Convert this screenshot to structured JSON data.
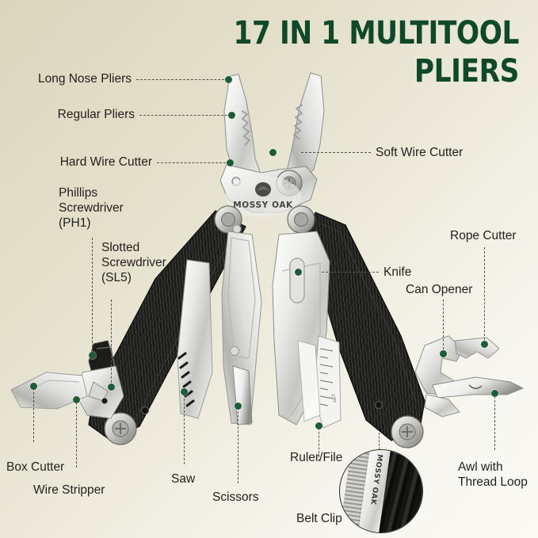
{
  "title": {
    "line1": "17 IN 1 MULTITOOL",
    "line2": "PLIERS",
    "color": "#10482a"
  },
  "brand": {
    "name": "MOSSY OAK",
    "inset_clip_text": "MOSSY OAK"
  },
  "background": {
    "color_start": "#dbd6bd",
    "color_end": "#faf9f4"
  },
  "marker_color": "#1d5c37",
  "labels": {
    "long_nose_pliers": "Long Nose Pliers",
    "regular_pliers": "Regular Pliers",
    "hard_wire_cutter": "Hard Wire Cutter",
    "phillips_screwdriver": "Phillips\nScrewdriver\n(PH1)",
    "slotted_screwdriver": "Slotted\nScrewdriver\n(SL5)",
    "soft_wire_cutter": "Soft Wire Cutter",
    "rope_cutter": "Rope Cutter",
    "knife": "Knife",
    "can_opener": "Can Opener",
    "box_cutter": "Box Cutter",
    "wire_stripper": "Wire Stripper",
    "saw": "Saw",
    "scissors": "Scissors",
    "ruler_file": "Ruler/File",
    "belt_clip": "Belt Clip",
    "awl_with_thread_loop": "Awl with\nThread Loop"
  },
  "feature_count": 17
}
